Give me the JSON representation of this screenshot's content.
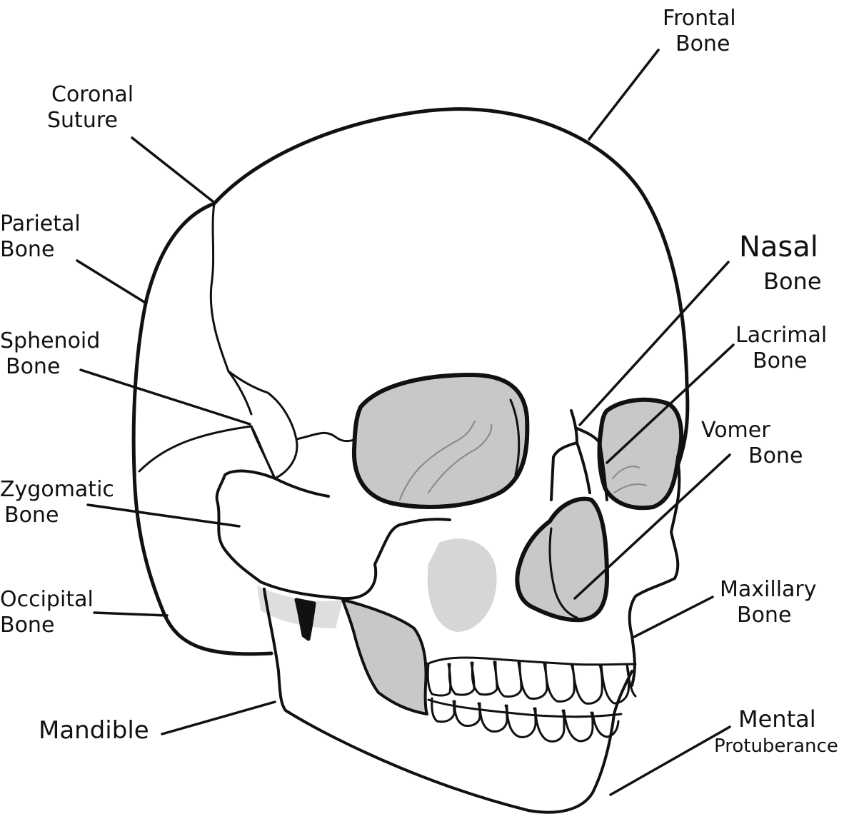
{
  "colors": {
    "ink": "#111111",
    "shade": "#c8c8c8",
    "shade_light": "#dedede",
    "background": "#ffffff"
  },
  "labels": {
    "frontal_bone": [
      "Frontal",
      "Bone"
    ],
    "coronal_suture": [
      "Coronal",
      "Suture"
    ],
    "parietal_bone": [
      "Parietal",
      "Bone"
    ],
    "sphenoid_bone": [
      "Sphenoid",
      "Bone"
    ],
    "zygomatic_bone": [
      "Zygomatic",
      "Bone"
    ],
    "occipital_bone": [
      "Occipital",
      "Bone"
    ],
    "mandible": [
      "Mandible"
    ],
    "nasal_bone": [
      "Nasal",
      "Bone"
    ],
    "lacrimal_bone": [
      "Lacrimal",
      "Bone"
    ],
    "vomer_bone": [
      "Vomer",
      "Bone"
    ],
    "maxillary_bone": [
      "Maxillary",
      "Bone"
    ],
    "mental_protuberance": [
      "Mental",
      "Protuberance"
    ]
  }
}
